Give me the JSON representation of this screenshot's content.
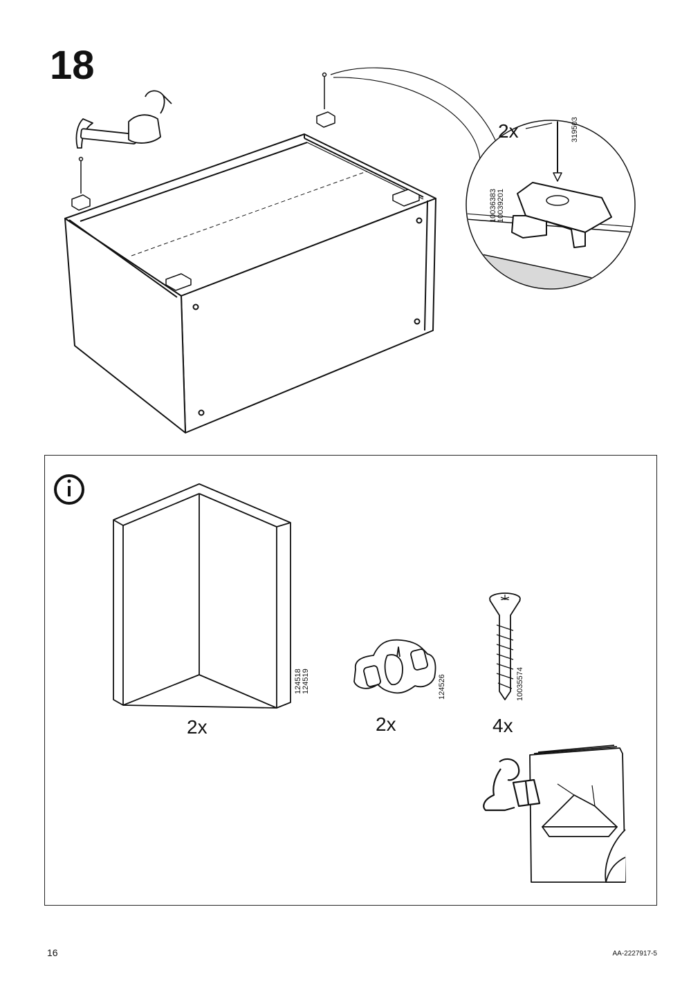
{
  "step": {
    "number": "18"
  },
  "detail": {
    "quantity": "2x",
    "nail_article": "319503",
    "clip_articles": [
      "10036383",
      "10039201"
    ]
  },
  "info": {
    "panel_quantity": "2x",
    "panel_articles": [
      "124518",
      "124519"
    ],
    "connector_quantity": "2x",
    "connector_article": "124526",
    "screw_quantity": "4x",
    "screw_article": "10035574"
  },
  "footer": {
    "page_number": "16",
    "document_code": "AA-2227917-5"
  }
}
